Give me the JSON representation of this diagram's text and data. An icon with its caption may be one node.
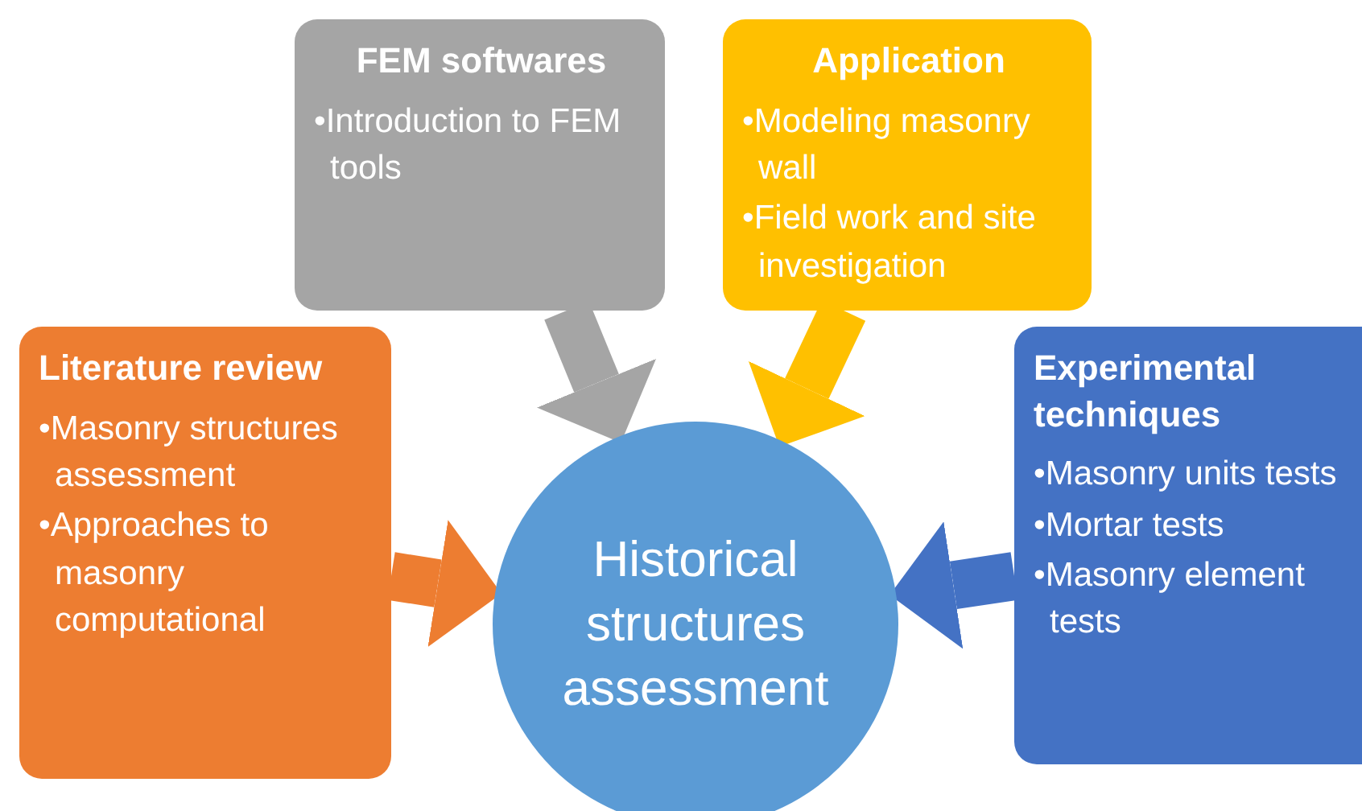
{
  "diagram": {
    "nodes": [
      {
        "text": [
          "Literature review",
          "•Masonry structures assessment",
          "•Approaches to masonry computational"
        ]
      },
      {
        "text": [
          "FEM softwares",
          "•Introduction to FEM tools"
        ]
      },
      {
        "text": [
          "Application",
          "•Modeling masonry wall",
          "•Field work and site investigation"
        ]
      },
      {
        "text": [
          "Experimental techniques",
          "•Masonry units tests",
          "•Mortar tests",
          "•Masonry element tests"
        ]
      },
      {
        "text": [
          "Historical structures assessment"
        ]
      }
    ],
    "edges": [
      {
        "from": 0,
        "to": 4,
        "arrow": "to",
        "color": "#ed7d31"
      },
      {
        "from": 1,
        "to": 4,
        "arrow": "to",
        "color": "#a5a5a5"
      },
      {
        "from": 2,
        "to": 4,
        "arrow": "to",
        "color": "#ffc000"
      },
      {
        "from": 3,
        "to": 4,
        "arrow": "to",
        "color": "#4472c4"
      }
    ]
  }
}
